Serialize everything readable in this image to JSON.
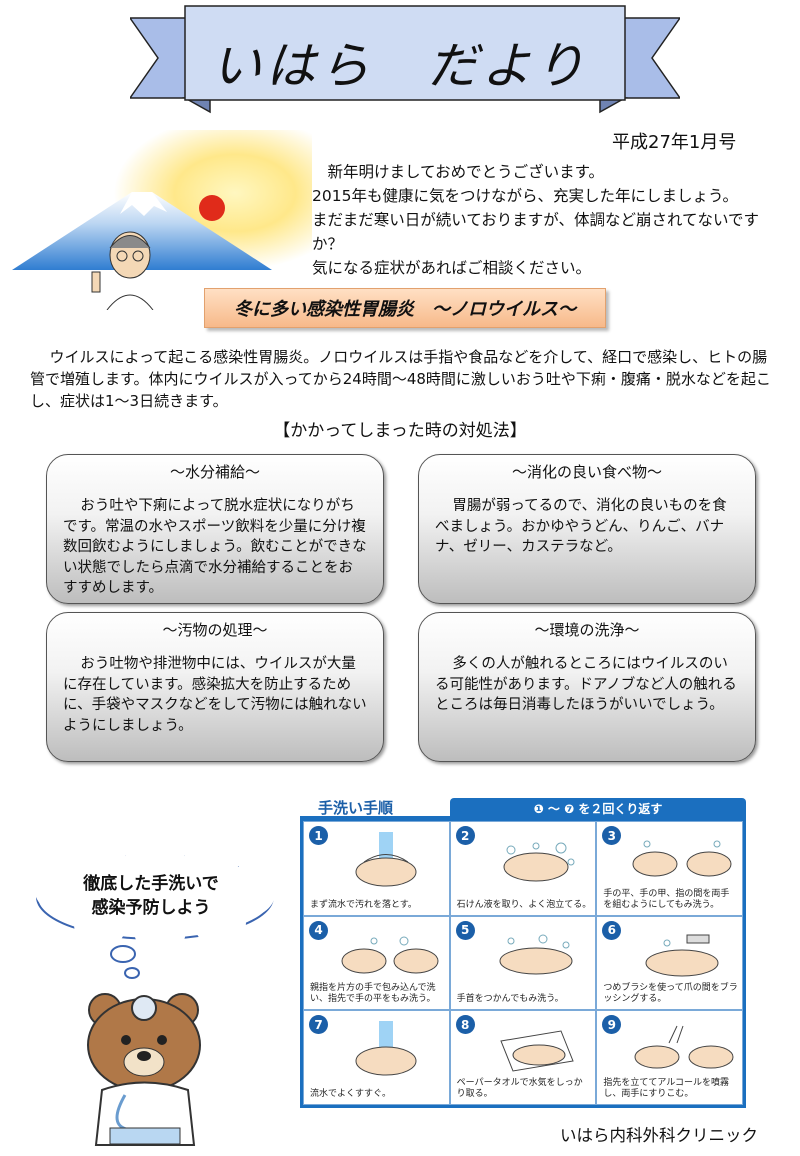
{
  "header": {
    "title": "いはら　だより",
    "issue": "平成27年1月号"
  },
  "greeting": [
    "　新年明けましておめでとうございます。",
    "2015年も健康に気をつけながら、充実した年にしましょう。",
    "まだまだ寒い日が続いておりますが、体調など崩されてないですか？",
    "気になる症状があればご相談ください。"
  ],
  "topic_title": "冬に多い感染性胃腸炎　～ノロウイルス～",
  "intro": "ウイルスによって起こる感染性胃腸炎。ノロウイルスは手指や食品などを介して、経口で感染し、ヒトの腸管で増殖します。体内にウイルスが入ってから24時間～48時間に激しいおう吐や下痢・腹痛・脱水などを起こし、症状は1～3日続きます。",
  "countermeasure_heading": "【かかってしまった時の対処法】",
  "boxes": [
    {
      "title": "～水分補給～",
      "body": "おう吐や下痢によって脱水症状になりがちです。常温の水やスポーツ飲料を少量に分け複数回飲むようにしましょう。飲むことができない状態でしたら点滴で水分補給することをおすすめします。"
    },
    {
      "title": "～消化の良い食べ物～",
      "body": "胃腸が弱ってるので、消化の良いものを食べましょう。おかゆやうどん、りんご、バナナ、ゼリー、カステラなど。"
    },
    {
      "title": "～汚物の処理～",
      "body": "おう吐物や排泄物中には、ウイルスが大量に存在しています。感染拡大を防止するために、手袋やマスクなどをして汚物には触れないようにしましょう。"
    },
    {
      "title": "～環境の洗浄～",
      "body": "多くの人が触れるところにはウイルスのいる可能性があります。ドアノブなど人の触れるところは毎日消毒したほうがいいでしょう。"
    }
  ],
  "handwash": {
    "title": "手洗い手順",
    "repeat_note": "❶ ～ ❼ を２回くり返す",
    "steps": [
      {
        "num": "1",
        "caption": "まず流水で汚れを落とす。"
      },
      {
        "num": "2",
        "caption": "石けん液を取り、よく泡立てる。"
      },
      {
        "num": "3",
        "caption": "手の平、手の甲、指の間を両手を組むようにしてもみ洗う。"
      },
      {
        "num": "4",
        "caption": "親指を片方の手で包み込んで洗い、指先で手の平をもみ洗う。"
      },
      {
        "num": "5",
        "caption": "手首をつかんでもみ洗う。"
      },
      {
        "num": "6",
        "caption": "つめブラシを使って爪の間をブラッシングする。"
      },
      {
        "num": "7",
        "caption": "流水でよくすすぐ。"
      },
      {
        "num": "8",
        "caption": "ペーパータオルで水気をしっかり取る。"
      },
      {
        "num": "9",
        "caption": "指先を立ててアルコールを噴霧し、両手にすりこむ。"
      }
    ]
  },
  "cloud_text": [
    "徹底した手洗いで",
    "感染予防しよう"
  ],
  "clinic_name": "いはら内科外科クリニック",
  "colors": {
    "banner": "#cfdcf3",
    "accent_blue": "#1b6fbf",
    "topic_orange": "#f7b98a"
  }
}
